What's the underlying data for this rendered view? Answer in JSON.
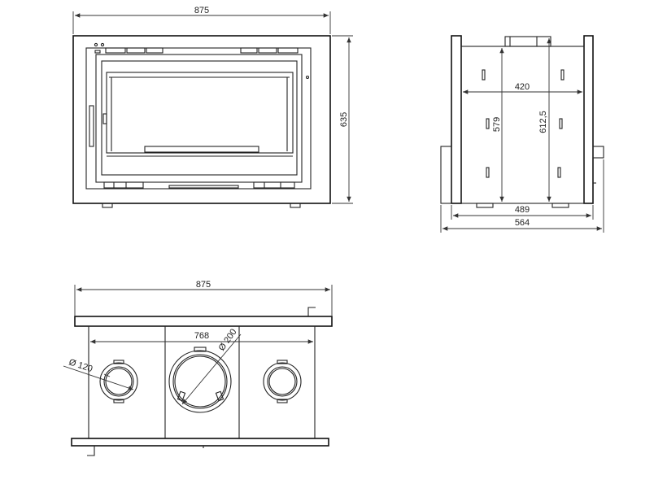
{
  "front_view": {
    "width_label": "875",
    "height_label": "635"
  },
  "side_view": {
    "inner_width_label": "420",
    "inner_height_label": "579",
    "total_height_label": "612,5",
    "depth_label": "489",
    "overall_depth_label": "564"
  },
  "top_view": {
    "width_label": "875",
    "inner_width_label": "768",
    "small_outlet_label": "Ø 120",
    "large_outlet_label": "Ø 200"
  },
  "colors": {
    "line": "#222222",
    "background": "#ffffff"
  }
}
